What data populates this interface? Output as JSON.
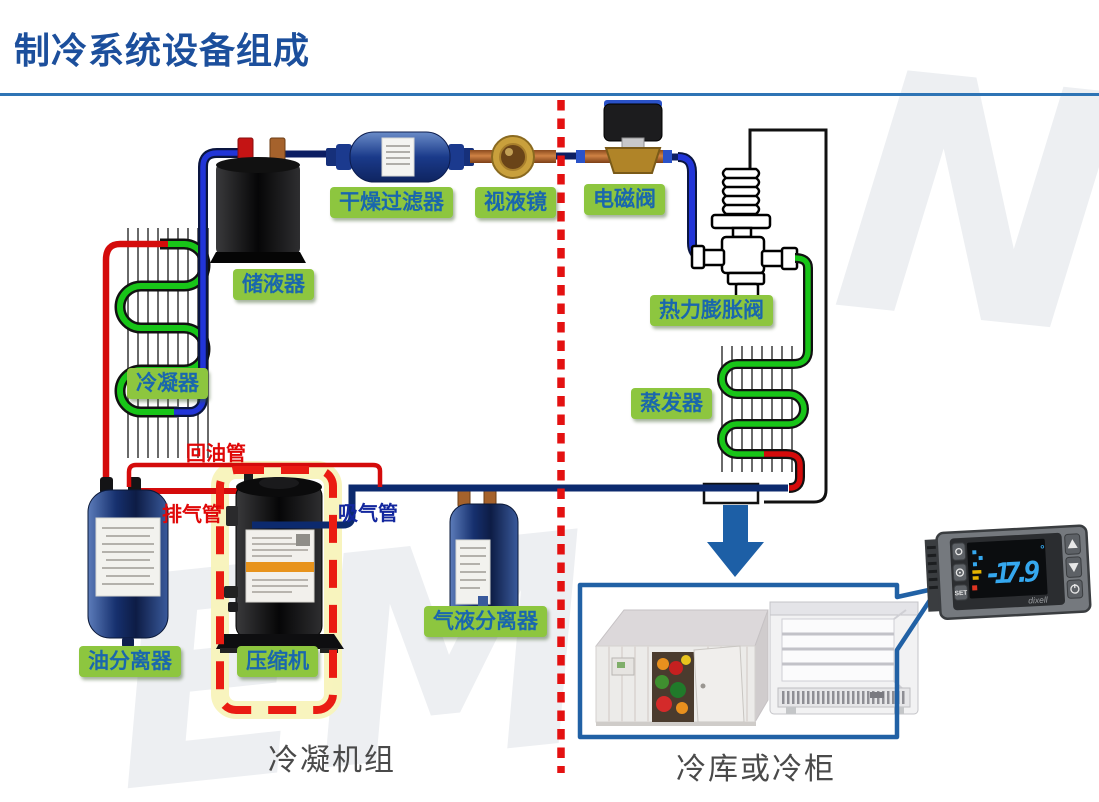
{
  "title": "制冷系统设备组成",
  "equipment_labels": {
    "filter_drier": "干燥过滤器",
    "sight_glass": "视液镜",
    "solenoid_valve": "电磁阀",
    "receiver": "储液器",
    "condenser": "冷凝器",
    "expansion_valve": "热力膨胀阀",
    "evaporator": "蒸发器",
    "oil_separator": "油分离器",
    "compressor": "压缩机",
    "gas_liquid_separator": "气液分离器"
  },
  "pipe_labels": {
    "oil_return": "回油管",
    "discharge": "排气管",
    "suction": "吸气管"
  },
  "captions": {
    "condensing_unit": "冷凝机组",
    "cold_room": "冷库或冷柜"
  },
  "controller": {
    "display_value": "-17.9",
    "unit": "°",
    "set_label": "SET",
    "brand": "dixell"
  },
  "watermark": {
    "top_right": "N",
    "bottom_left": "EM"
  },
  "colors": {
    "title_blue": "#1c4f9c",
    "rule_blue": "#2e74b5",
    "label_green": "#8dc63f",
    "label_text_blue": "#1a67ad",
    "pipe_red": "#d40b0b",
    "pipe_navy": "#0c2a6e",
    "pipe_bright_blue": "#2135d8",
    "coil_green": "#18c518",
    "divider_red": "#e41111",
    "arrow_blue": "#1d5fa6",
    "box_border_blue": "#2161a5",
    "display_digit_blue": "#35a8ef"
  }
}
